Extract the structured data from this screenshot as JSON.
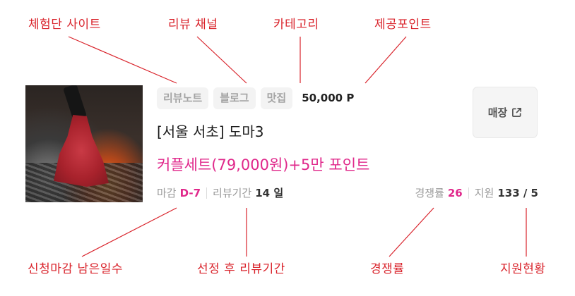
{
  "annotations": {
    "top": [
      {
        "label": "체험단 사이트"
      },
      {
        "label": "리뷰 채널"
      },
      {
        "label": "카테고리"
      },
      {
        "label": "제공포인트"
      }
    ],
    "bottom": [
      {
        "label": "신청마감 남은일수"
      },
      {
        "label": "선정 후 리뷰기간"
      },
      {
        "label": "경쟁률"
      },
      {
        "label": "지원현황"
      }
    ],
    "color": "#d9232b"
  },
  "card": {
    "thumbnail": {
      "alt": "grilled beef steak on grill"
    },
    "tags": [
      {
        "label": "리뷰노트"
      },
      {
        "label": "블로그"
      },
      {
        "label": "맛집"
      }
    ],
    "point": "50,000 P",
    "title": "[서울 서초] 도마3",
    "offer": "커플세트(79,000원)+5만 포인트",
    "deadline": {
      "label": "마감",
      "value": "D-7"
    },
    "review_period": {
      "label": "리뷰기간",
      "value": "14 일"
    },
    "competition": {
      "label": "경쟁률",
      "value": "26"
    },
    "applicants": {
      "label": "지원",
      "value": "133 / 5"
    },
    "store_button": {
      "label": "매장",
      "icon": "external-link-icon"
    },
    "accent_color": "#e0288b"
  }
}
